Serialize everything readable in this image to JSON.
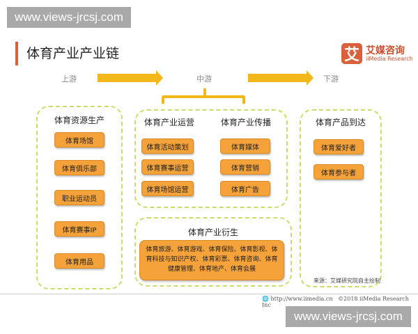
{
  "watermark": "www.views-jrcsj.com",
  "title": "体育产业产业链",
  "logo": {
    "cn": "艾媒咨询",
    "en": "iiMedia Research",
    "mark": "艾"
  },
  "stages": [
    "上游",
    "中游",
    "下游"
  ],
  "upstream": {
    "heading": "体育资源生产",
    "items": [
      "体育场馆",
      "体育俱乐部",
      "职业运动员",
      "体育赛事IP",
      "体育用品"
    ]
  },
  "midstream": {
    "operation": {
      "heading": "体育产业运营",
      "items": [
        "体育活动策划",
        "体育赛事运营",
        "体育场馆运营"
      ]
    },
    "media": {
      "heading": "体育产业传播",
      "items": [
        "体育媒体",
        "体育营销",
        "体育广告"
      ]
    },
    "derivative": {
      "heading": "体育产业衍生",
      "text": "体育旅游、体育游戏、体育保险、体育影视、体育科技与知识产权、体育彩票、体育咨询、体育健康管理、体育地产、体育会展"
    }
  },
  "downstream": {
    "heading": "体育产品到达",
    "items": [
      "体育爱好者",
      "体育参与者"
    ]
  },
  "source": "来源：艾媒研究院自主绘制",
  "footer": {
    "url": "http://www.iimedia.cn",
    "copyright": "©2018  iiMedia Research Inc"
  },
  "colors": {
    "accent": "#d9603b",
    "pill": "#f5a23a",
    "arrow": "#f2b81a",
    "dash": "#c9dd6a"
  }
}
